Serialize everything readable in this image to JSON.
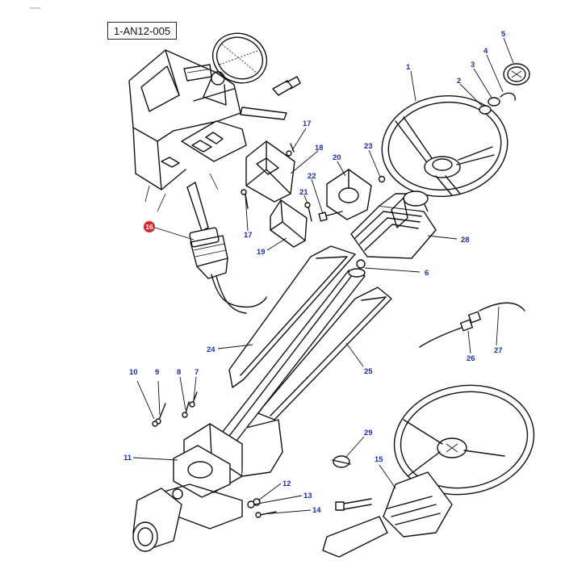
{
  "reference_code": "1-AN12-005",
  "highlight_color": "#d8262c",
  "callout_color": "#1a2fa8",
  "parts": [
    {
      "n": "1"
    },
    {
      "n": "2"
    },
    {
      "n": "3"
    },
    {
      "n": "4"
    },
    {
      "n": "5"
    },
    {
      "n": "6"
    },
    {
      "n": "7"
    },
    {
      "n": "8"
    },
    {
      "n": "9"
    },
    {
      "n": "10"
    },
    {
      "n": "11"
    },
    {
      "n": "12"
    },
    {
      "n": "13"
    },
    {
      "n": "14"
    },
    {
      "n": "15"
    },
    {
      "n": "16",
      "highlighted": true
    },
    {
      "n": "17"
    },
    {
      "n": "17b",
      "label": "17"
    },
    {
      "n": "18"
    },
    {
      "n": "19"
    },
    {
      "n": "20"
    },
    {
      "n": "21"
    },
    {
      "n": "22"
    },
    {
      "n": "23"
    },
    {
      "n": "24"
    },
    {
      "n": "25"
    },
    {
      "n": "26"
    },
    {
      "n": "27"
    },
    {
      "n": "28"
    },
    {
      "n": "29"
    }
  ]
}
